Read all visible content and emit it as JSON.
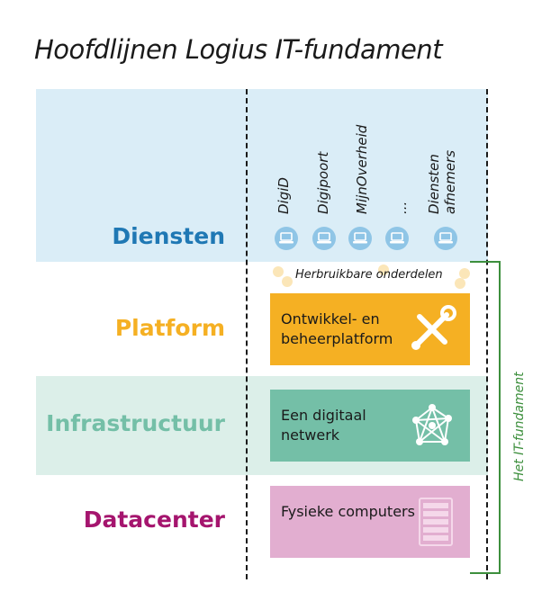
{
  "title": "Hoofdlijnen Logius IT-fundament",
  "layers": [
    {
      "label": "Diensten",
      "color": "#1f78b4"
    },
    {
      "label": "Platform",
      "color": "#f5b023"
    },
    {
      "label": "Infrastructuur",
      "color": "#74bfa7"
    },
    {
      "label": "Datacenter",
      "color": "#a5156e"
    }
  ],
  "services": [
    {
      "line1": "DigiD",
      "line2": ""
    },
    {
      "line1": "Digipoort",
      "line2": ""
    },
    {
      "line1": "MijnOverheid",
      "line2": ""
    },
    {
      "line1": "...",
      "line2": ""
    },
    {
      "line1": "Diensten",
      "line2": "afnemers"
    }
  ],
  "reusable_label": "Herbruikbare onderdelen",
  "boxes": [
    {
      "text": "Ontwikkel- en beheerplatform",
      "color": "#f5b023",
      "icon": "tools-icon"
    },
    {
      "text": "Een digitaal netwerk",
      "color": "#74bfa7",
      "icon": "network-icon"
    },
    {
      "text": "Fysieke computers",
      "color": "#e2aed0",
      "icon": "server-icon"
    }
  ],
  "bracket_label": "Het IT-fundament",
  "colors": {
    "bracket": "#3d8f3d",
    "service_icon": "#8fc5e6",
    "dienst_band": "#daedf7",
    "infra_band": "#dcefe9"
  }
}
